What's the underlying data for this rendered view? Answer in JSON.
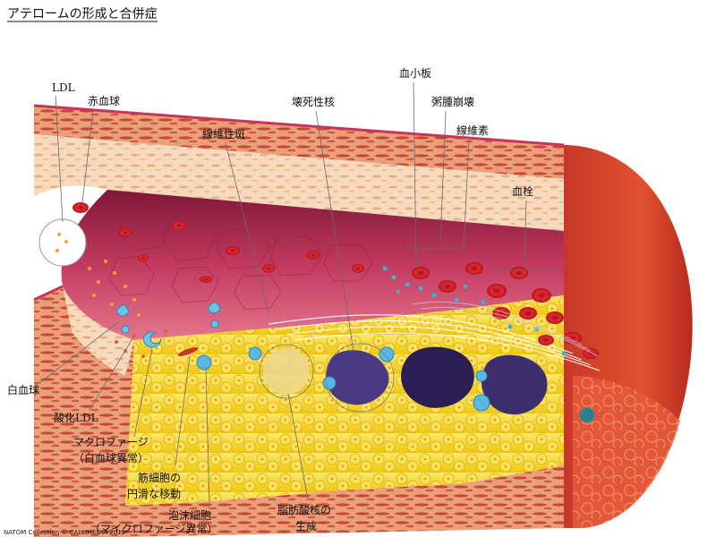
{
  "title": "アテロームの形成と合併症",
  "credit": "NATOM Collection © CALLIMEDIA 2012",
  "labels": {
    "ldl": "LDL",
    "red_blood_cell": "赤血球",
    "fibrous_plaque": "線維性斑",
    "necrotic_core": "壊死性核",
    "platelet": "血小板",
    "fragile_rupture": "粥腫崩壊",
    "fibrin": "線維素",
    "thrombus": "血栓",
    "white_blood_cell": "白血球",
    "oxidized_ldl": "酸化LDL",
    "macrophage_line1": "マクロファージ",
    "macrophage_line2": "（白血球異常）",
    "muscle_cell_line1": "筋細胞の",
    "muscle_cell_line2": "円滑な移動",
    "foam_cell_line1": "泡沫細胞",
    "foam_cell_line2": "（マイクロファージ異常）",
    "fatty_core_line1": "脂肪酸核の",
    "fatty_core_line2": "生成"
  },
  "colors": {
    "wall": "#e8a27e",
    "intima": "#f8dcc0",
    "lumen": "#b8325a",
    "blood": "#d1202a",
    "plaque": "#f4d21c",
    "necrosis": "#3a2a6a",
    "macrophage": "#5ab8e0"
  }
}
